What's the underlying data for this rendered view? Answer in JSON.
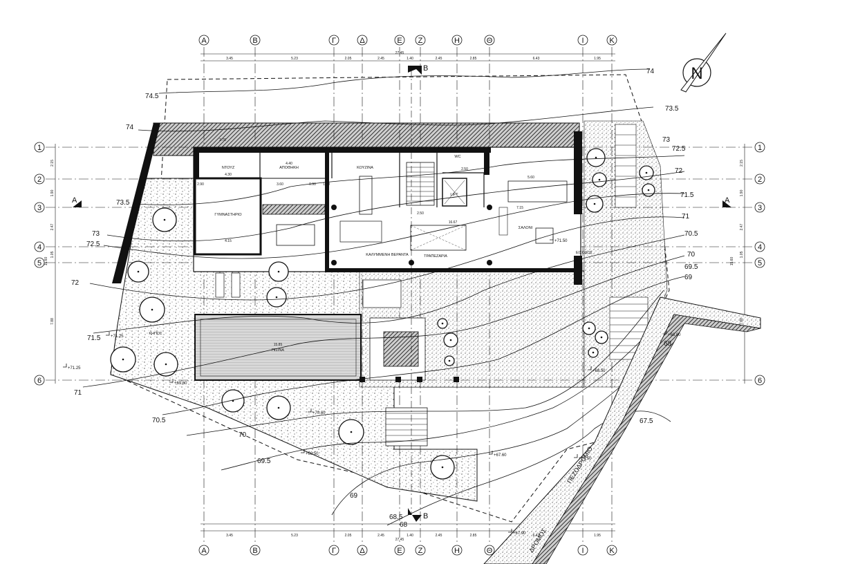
{
  "grid": {
    "columns": [
      "Α",
      "Β",
      "Γ",
      "Δ",
      "Ε",
      "Ζ",
      "Η",
      "Θ",
      "Ι",
      "Κ"
    ],
    "rows": [
      "1",
      "2",
      "3",
      "4",
      "5",
      "6"
    ]
  },
  "dimensions": {
    "top_total": "27.45",
    "bottom_total": "27.45",
    "top_segments": [
      "3.45",
      "5.23",
      "2.05",
      "2.45",
      "1.40",
      "2.45",
      "2.85",
      "6.43",
      "1.95"
    ],
    "bottom_segments": [
      "3.45",
      "5.23",
      "2.05",
      "2.45",
      "1.40",
      "2.45",
      "2.85",
      "6.43",
      "1.95"
    ],
    "left_segments": [
      "2.15",
      "1.90",
      "2.47",
      "1.05",
      "7.88"
    ],
    "right_segments": [
      "2.15",
      "1.90",
      "2.47",
      "1.05",
      "7.88"
    ],
    "side_total": "15.60",
    "interior": [
      "2.70",
      "4.40",
      "4.30",
      "2.90",
      "3.60",
      "0.90",
      "1.00",
      "2.50",
      "5.60",
      "7.15",
      "2.50",
      "16.67",
      "4.15",
      "15.85"
    ]
  },
  "rooms": {
    "shower": "ΝΤΟΥΖ",
    "storage": "ΑΠΟΘΗΚΗ",
    "kitchen": "ΚΟΥΖΙΝΑ",
    "wc": "WC",
    "lift": "LIFT",
    "gym": "ΓΥΜΝΑΣΤΗΡΙΟ",
    "living": "ΣΑΛΟΝΙ",
    "veranda": "ΚΑΛΥΜΜΕΝΗ ΒΕΡΑΝΤΑ",
    "dining": "ΤΡΑΠΕΖΑΡΙΑ",
    "entrance": "ΕΙΣΟΔΟΣ",
    "garden": "ΚΗΠΟΣ",
    "pool": "ΠΙΣΙΝΑ"
  },
  "contours": [
    "74.5",
    "74",
    "74",
    "73.5",
    "73.5",
    "73",
    "73",
    "72.5",
    "72.5",
    "72",
    "72",
    "71.5",
    "71.5",
    "71",
    "71",
    "70.5",
    "70.5",
    "70",
    "70",
    "69.5",
    "69.5",
    "69",
    "69",
    "68.5",
    "68",
    "68",
    "67.5"
  ],
  "spot_levels": [
    "+71.25",
    "+71.50",
    "+70.60",
    "+69.60",
    "+69.50",
    "+67.60",
    "+67.50",
    "+67.90",
    "+68.00",
    "+68.50",
    "+71.25"
  ],
  "sections": {
    "a": "Α",
    "b": "Β"
  },
  "north": "N",
  "streets": {
    "pedestrian": "ΠΕΖΟΔΡΟΜΙΟ",
    "road": "ΔΡΟΜΟΣ"
  },
  "colors": {
    "ink": "#111111",
    "hatch": "#444444",
    "paper": "#ffffff"
  }
}
